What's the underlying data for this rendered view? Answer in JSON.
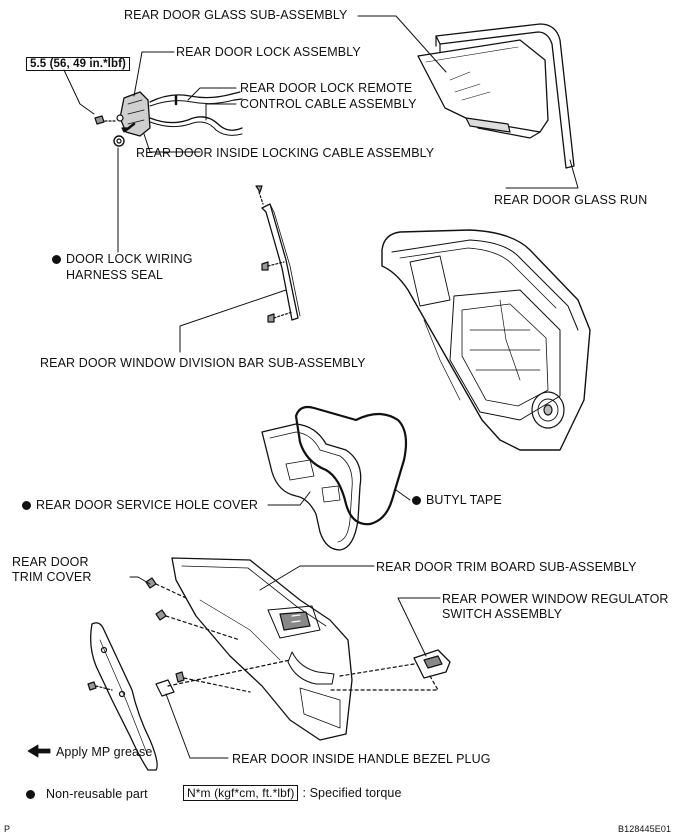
{
  "labels": {
    "glass": "REAR DOOR GLASS SUB-ASSEMBLY",
    "lock": "REAR DOOR LOCK ASSEMBLY",
    "remote_cable_1": "REAR DOOR LOCK REMOTE",
    "remote_cable_2": "CONTROL CABLE ASSEMBLY",
    "inside_cable": "REAR DOOR INSIDE LOCKING CABLE ASSEMBLY",
    "glass_run": "REAR DOOR GLASS RUN",
    "seal_1": "DOOR LOCK WIRING",
    "seal_2": "HARNESS SEAL",
    "division_bar": "REAR DOOR WINDOW DIVISION BAR SUB-ASSEMBLY",
    "hole_cover": "REAR DOOR SERVICE HOLE COVER",
    "butyl": "BUTYL TAPE",
    "trim_cover_1": "REAR DOOR",
    "trim_cover_2": "TRIM COVER",
    "trim_board": "REAR DOOR TRIM BOARD SUB-ASSEMBLY",
    "switch_1": "REAR POWER WINDOW REGULATOR",
    "switch_2": "SWITCH ASSEMBLY",
    "bezel_plug": "REAR DOOR INSIDE HANDLE BEZEL PLUG"
  },
  "torque_value": "5.5 (56, 49 in.*lbf)",
  "legend": {
    "grease": "Apply MP grease",
    "nonreusable": "Non-reusable part",
    "torque_unit": "N*m (kgf*cm, ft.*lbf)",
    "torque_desc": ": Specified torque"
  },
  "footer": {
    "left": "P",
    "right": "B128445E01"
  }
}
